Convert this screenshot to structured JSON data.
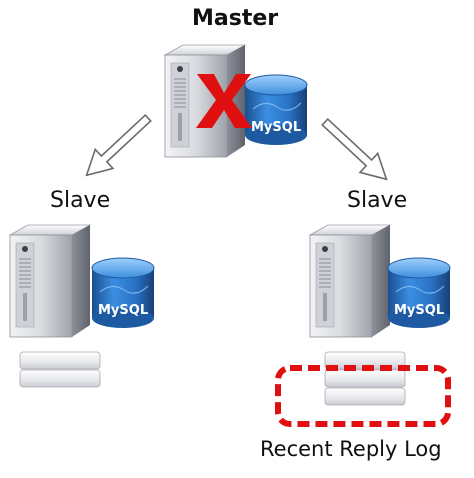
{
  "diagram": {
    "title": "Master",
    "slave_left_label": "Slave",
    "slave_right_label": "Slave",
    "recent_log_label": "Recent Reply Log",
    "db_logo_text": "MySQL",
    "colors": {
      "server_body": "#dcdde0",
      "server_front": "#c7c9ce",
      "db_blue": "#2f7fd3",
      "db_dark": "#1f5aa0",
      "fail_x": "#e01010",
      "highlight_border": "#e01010",
      "arrow_stroke": "#666666"
    },
    "icons": [
      "server-icon",
      "database-icon",
      "failure-x-icon",
      "arrow-icon",
      "log-stack-icon"
    ]
  }
}
